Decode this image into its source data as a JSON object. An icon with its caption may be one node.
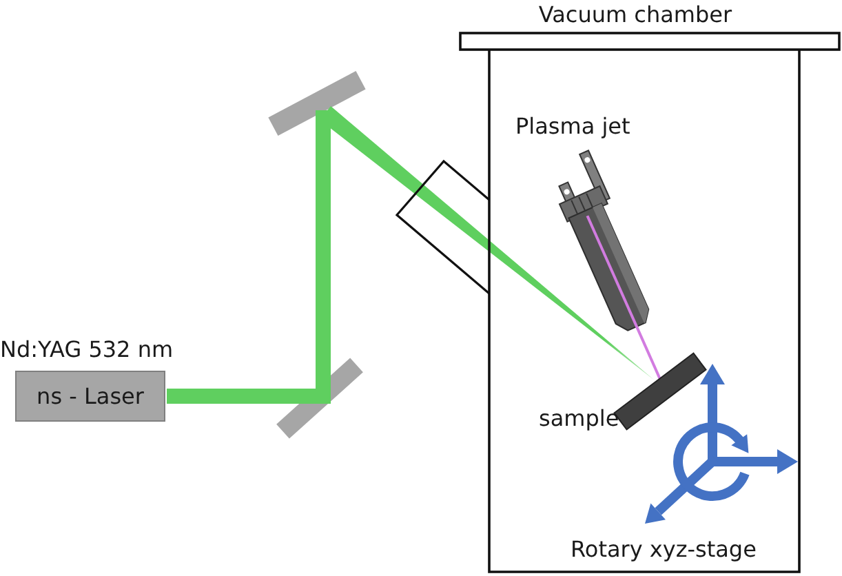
{
  "diagram": {
    "nodes": [
      {
        "text": [
          "Nd:YAG 532 nm",
          "ns - Laser"
        ]
      },
      {
        "text": [
          "Vacuum chamber"
        ]
      }
    ],
    "labels": [
      "Plasma jet",
      "sample",
      "Rotary xyz-stage"
    ]
  }
}
